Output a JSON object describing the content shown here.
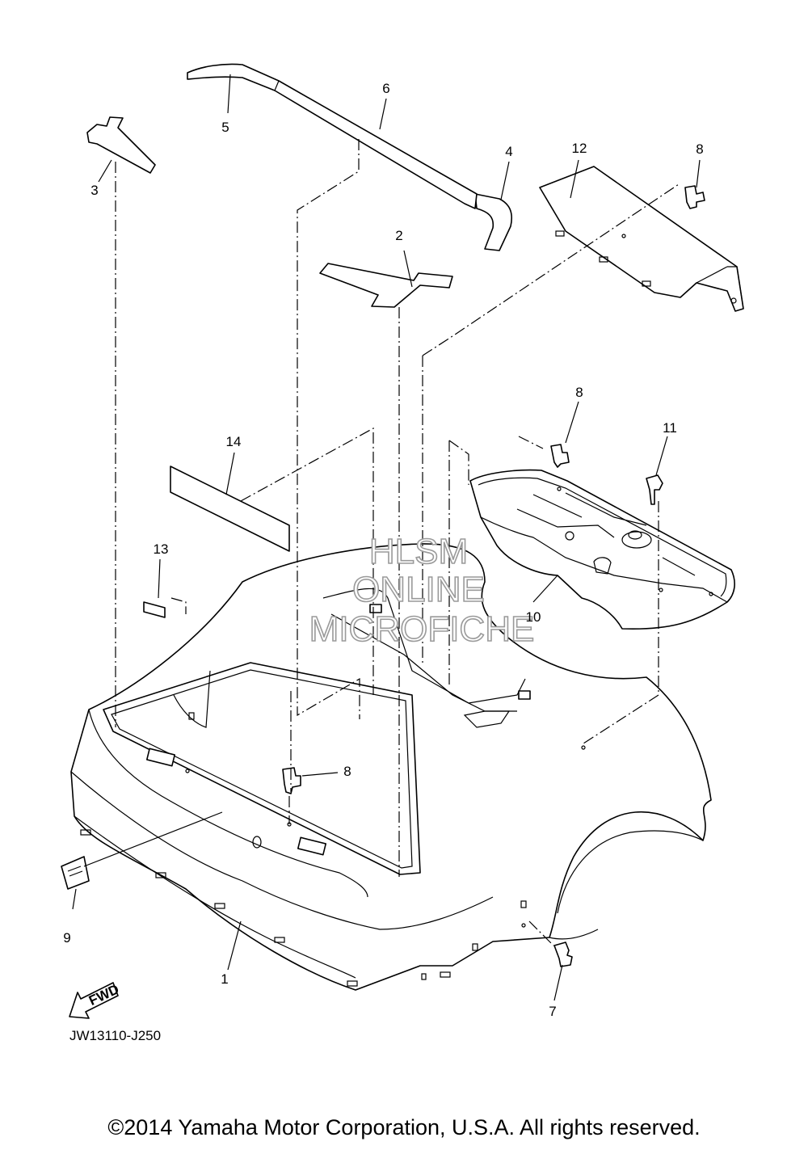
{
  "diagram": {
    "code": "JW13110-J250",
    "copyright": "©2014 Yamaha Motor Corporation, U.S.A. All rights reserved.",
    "watermark": [
      "HLSM",
      "ONLINE",
      "MICROFICHE"
    ],
    "fwd_arrow_text": "FWD",
    "callouts": [
      "1",
      "2",
      "3",
      "4",
      "5",
      "6",
      "7",
      "8",
      "8",
      "8",
      "9",
      "10",
      "11",
      "12",
      "13",
      "14"
    ]
  }
}
